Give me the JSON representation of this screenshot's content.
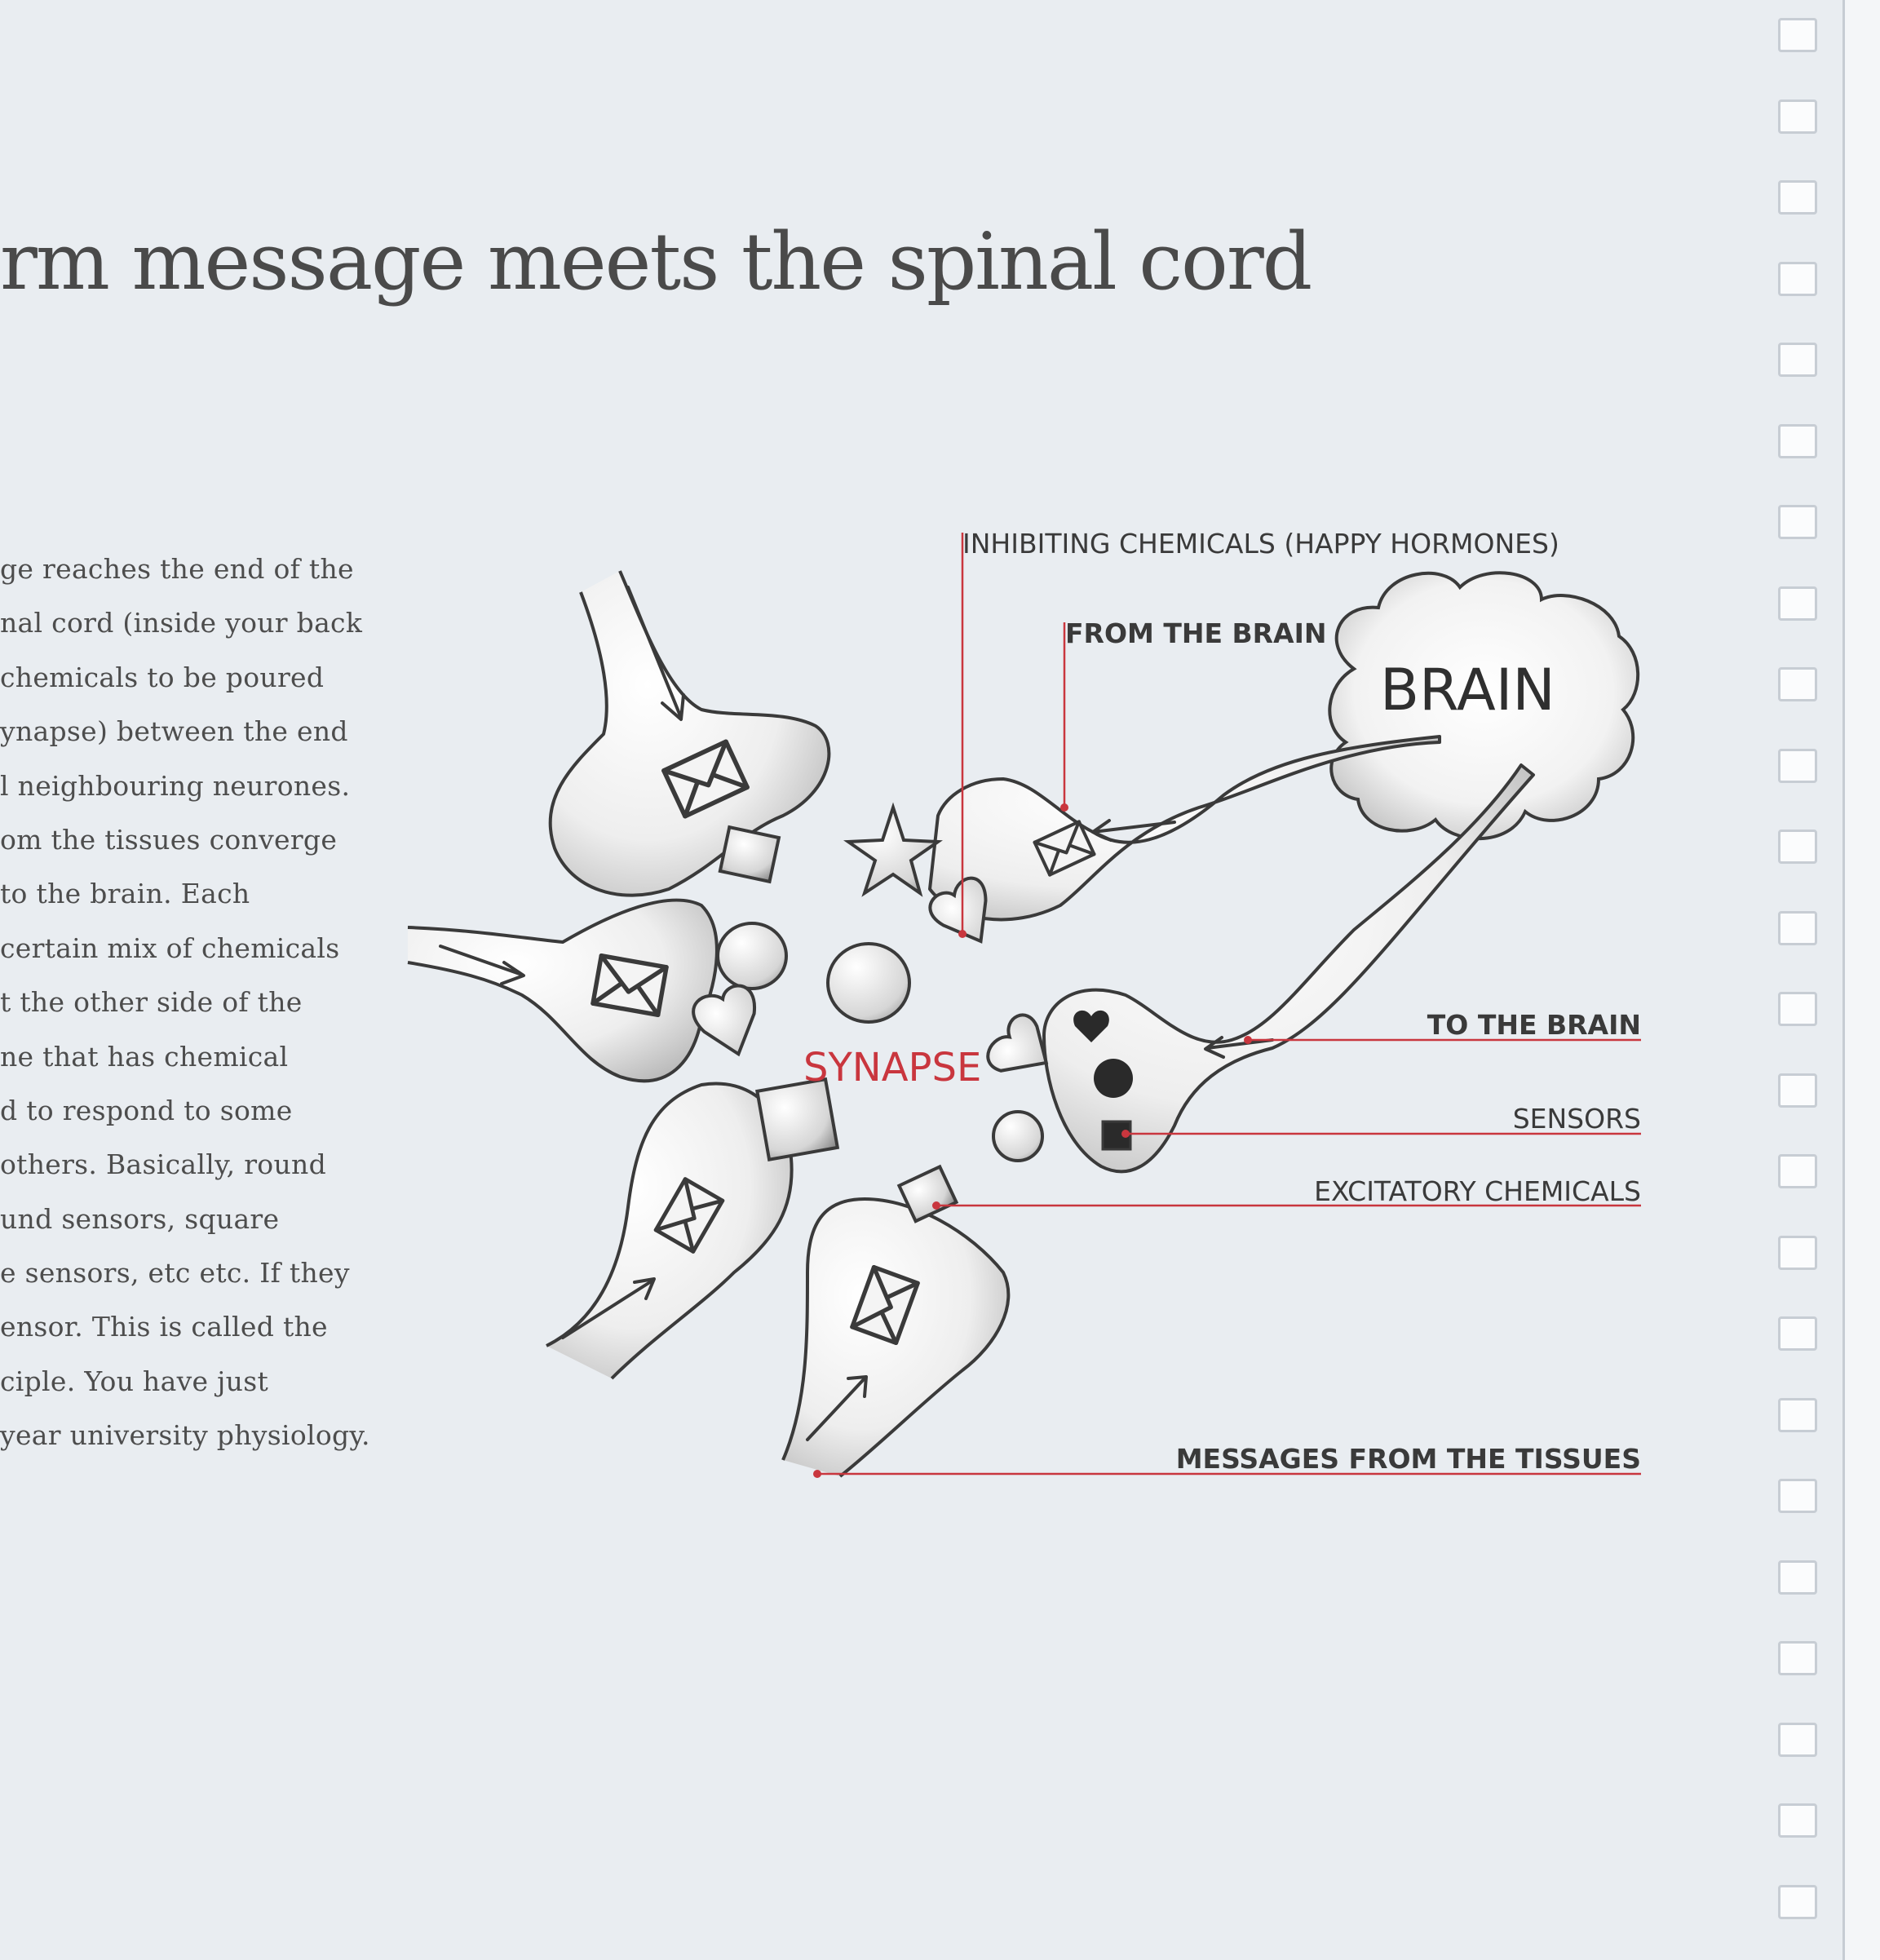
{
  "page": {
    "title": "rm message meets the spinal cord",
    "paragraph_lines": [
      "ge reaches the end of the",
      "nal cord (inside your back",
      "chemicals to be poured",
      "ynapse) between the end",
      "l neighbouring neurones.",
      "om the tissues converge",
      "to the brain. Each",
      " certain mix of chemicals",
      "t the other side of the",
      "ne that has chemical",
      "d to respond to some",
      "others. Basically, round",
      "und sensors, square",
      "e sensors, etc etc. If they",
      "ensor. This is called the",
      "ciple. You have just",
      "year university physiology."
    ]
  },
  "diagram": {
    "brain_label": "BRAIN",
    "synapse_label": "SYNAPSE",
    "labels": {
      "inhibiting": "INHIBITING CHEMICALS (HAPPY HORMONES)",
      "from_brain": "FROM THE BRAIN",
      "to_brain": "TO THE BRAIN",
      "sensors": "SENSORS",
      "excitatory": "EXCITATORY CHEMICALS",
      "messages": "MESSAGES FROM THE TISSUES"
    },
    "icons": [
      "envelope-icon",
      "heart-icon",
      "star-icon",
      "circle-icon",
      "square-icon",
      "arrow-icon"
    ],
    "accent_color": "#c9363e"
  }
}
